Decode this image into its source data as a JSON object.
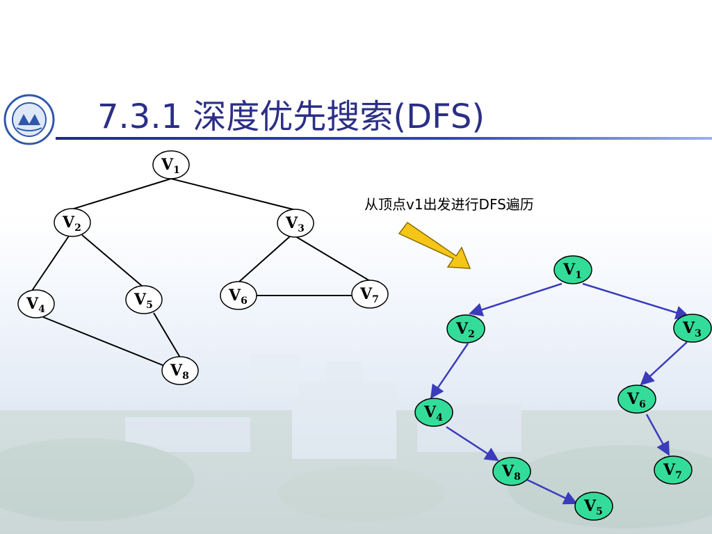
{
  "slide": {
    "title": "7.3.1 深度优先搜索(DFS)",
    "caption": "从顶点v1出发进行DFS遍历"
  },
  "colors": {
    "title": "#2b2f86",
    "rule": "#1f2a8a",
    "traversal_node_fill": "#33dd99",
    "traversal_edge": "#3b3bbb",
    "arrow_fill": "#f5c518",
    "arrow_stroke": "#8a6d00"
  },
  "undirected_graph": {
    "nodes": [
      {
        "id": "v1",
        "letter": "V",
        "sub": "1"
      },
      {
        "id": "v2",
        "letter": "V",
        "sub": "2"
      },
      {
        "id": "v3",
        "letter": "V",
        "sub": "3"
      },
      {
        "id": "v4",
        "letter": "V",
        "sub": "4"
      },
      {
        "id": "v5",
        "letter": "V",
        "sub": "5"
      },
      {
        "id": "v6",
        "letter": "V",
        "sub": "6"
      },
      {
        "id": "v7",
        "letter": "V",
        "sub": "7"
      },
      {
        "id": "v8",
        "letter": "V",
        "sub": "8"
      }
    ],
    "edges": [
      [
        "v1",
        "v2"
      ],
      [
        "v1",
        "v3"
      ],
      [
        "v2",
        "v4"
      ],
      [
        "v2",
        "v5"
      ],
      [
        "v3",
        "v6"
      ],
      [
        "v3",
        "v7"
      ],
      [
        "v6",
        "v7"
      ],
      [
        "v4",
        "v8"
      ],
      [
        "v5",
        "v8"
      ]
    ]
  },
  "dfs_tree": {
    "nodes": [
      {
        "id": "v1",
        "letter": "V",
        "sub": "1"
      },
      {
        "id": "v2",
        "letter": "V",
        "sub": "2"
      },
      {
        "id": "v3",
        "letter": "V",
        "sub": "3"
      },
      {
        "id": "v4",
        "letter": "V",
        "sub": "4"
      },
      {
        "id": "v6",
        "letter": "V",
        "sub": "6"
      },
      {
        "id": "v8",
        "letter": "V",
        "sub": "8"
      },
      {
        "id": "v7",
        "letter": "V",
        "sub": "7"
      },
      {
        "id": "v5",
        "letter": "V",
        "sub": "5"
      }
    ],
    "edges": [
      [
        "v1",
        "v2"
      ],
      [
        "v1",
        "v3"
      ],
      [
        "v2",
        "v4"
      ],
      [
        "v4",
        "v8"
      ],
      [
        "v8",
        "v5"
      ],
      [
        "v3",
        "v6"
      ],
      [
        "v6",
        "v7"
      ]
    ]
  }
}
